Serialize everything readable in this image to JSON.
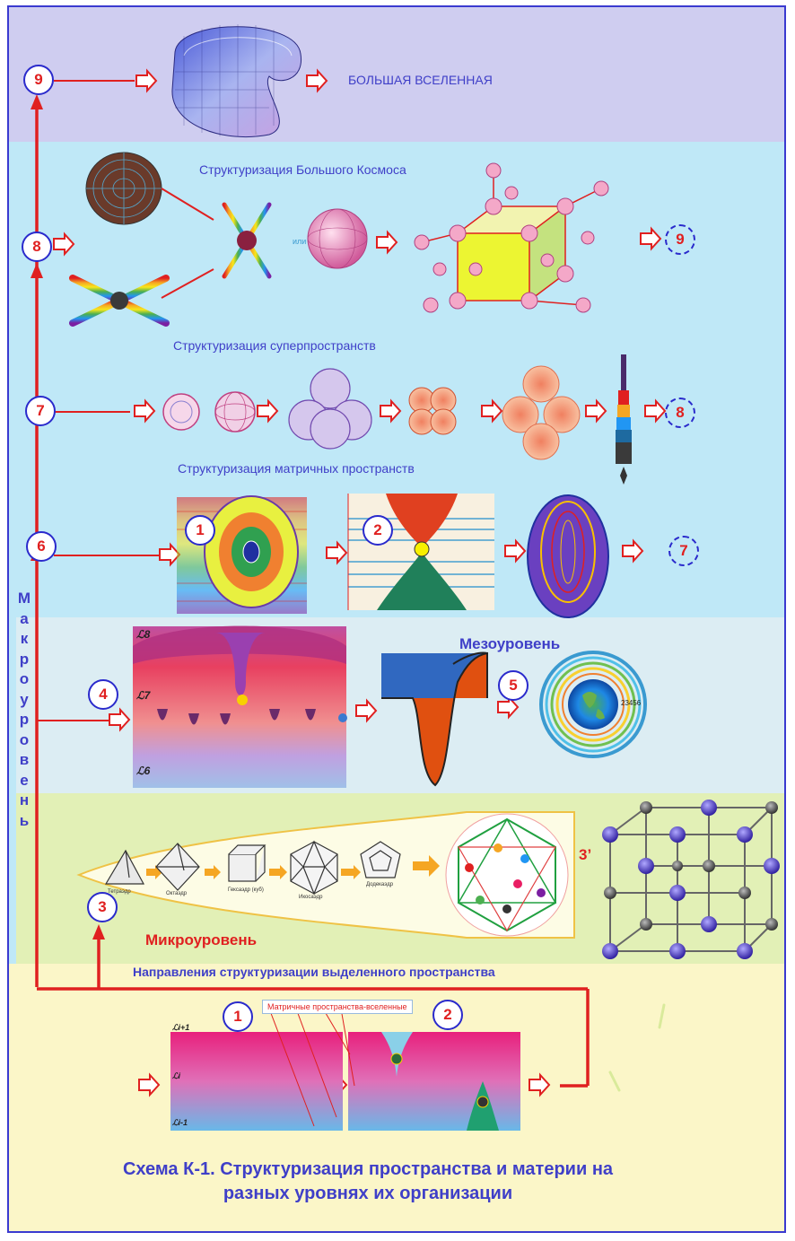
{
  "top": {
    "label": "БОЛЬШАЯ ВСЕЛЕННАЯ"
  },
  "macro": {
    "cosmos_label": "Структуризация Большого Космоса",
    "super_label": "Структуризация суперпространств",
    "matrix_label": "Структуризация матричных пространств",
    "ili_label": "или",
    "vertical_label": "Макроуровень"
  },
  "meso": {
    "label": "Мезоуровень",
    "ring_numbers": "23456"
  },
  "micro": {
    "label": "Микроуровень",
    "direction_label": "Направления структуризации выделенного пространства",
    "solids": [
      "Тетраэдр",
      "Октаэдр",
      "Гексаэдр (куб)",
      "Икосаэдр",
      "Додекаэдр"
    ]
  },
  "base": {
    "matrix_tag": "Матричные пространства-вселенные"
  },
  "caption": {
    "line1": "Схема К-1. Структуризация пространства и материи  на",
    "line2": "разных уровнях их организации"
  },
  "levels": {
    "n9": "9",
    "n8": "8",
    "n7": "7",
    "n6": "6",
    "n5": "5",
    "n4": "4",
    "n3": "3",
    "n3p": "3’",
    "n2": "2",
    "n1": "1"
  },
  "layer_labels": {
    "l8": "ℒ8",
    "l7": "ℒ7",
    "l6": "ℒ6",
    "li1": "ℒi+1",
    "li": "ℒi",
    "lim1": "ℒi-1"
  },
  "colors": {
    "accent_red": "#e02020",
    "accent_blue": "#3f3fc8"
  }
}
